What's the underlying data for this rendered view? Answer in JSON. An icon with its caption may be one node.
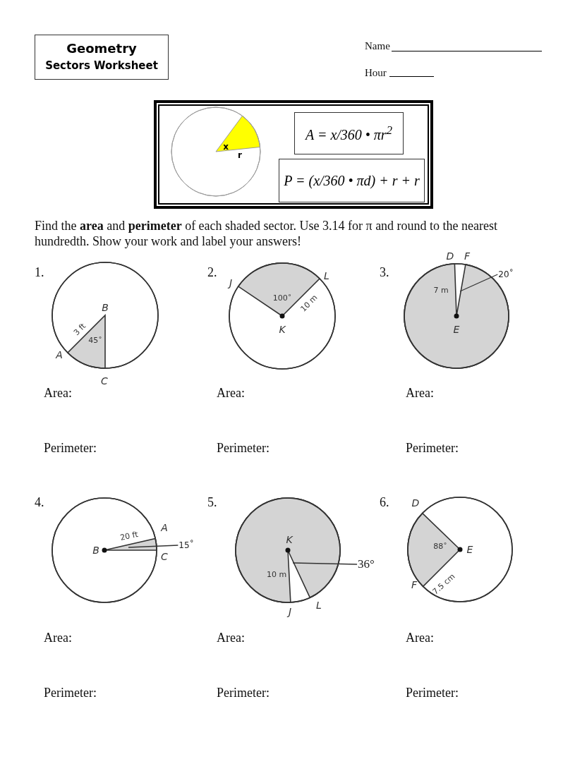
{
  "diagram": {
    "nodes": [
      {
        "text": [
          "Geometry",
          "Sectors Worksheet"
        ]
      },
      {
        "text": [],
        "shape": "box"
      },
      {
        "text": [
          "A = x/360 • πr$^{2}$"
        ],
        "in": 1
      },
      {
        "text": [
          "P = (x/360 • πd) + r + r"
        ],
        "in": 1
      },
      {
        "text": [
          "20˚"
        ]
      },
      {
        "text": [
          "15˚"
        ]
      },
      {
        "text": [
          "36°"
        ]
      }
    ],
    "edges": [
      {
        "from": 4,
        "to": null,
        "arrow": "none"
      },
      {
        "from": 5,
        "to": null,
        "arrow": "none"
      },
      {
        "from": 6,
        "to": null,
        "arrow": "none"
      }
    ],
    "labels": [
      "Name",
      "Hour",
      "x",
      "r",
      "Find the **area** and **perimeter** of each shaded sector. Use 3.14 for π and round to the nearest hundredth.  Show your work and label your answers!",
      "1.",
      "B",
      "3 ft",
      "45˚",
      "A",
      "C",
      "2.",
      "J",
      "L",
      "100˚",
      "10 m",
      "K",
      "3.",
      "D",
      "F",
      "7 m",
      "E",
      "Area:",
      "Area:",
      "Area:",
      "Perimeter:",
      "Perimeter:",
      "Perimeter:",
      "4.",
      "A",
      "20 ft",
      "B",
      "C",
      "5.",
      "K",
      "10 m",
      "J",
      "L",
      "6.",
      "D",
      "88˚",
      "E",
      "7.5 cm",
      "F",
      "Area:",
      "Area:",
      "Area:",
      "Perimeter:",
      "Perimeter:",
      "Perimeter:"
    ]
  }
}
